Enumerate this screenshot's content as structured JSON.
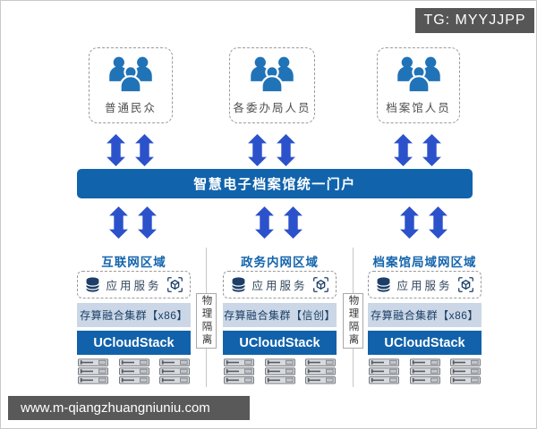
{
  "watermarks": {
    "tg_badge": "TG: MYYJJPP",
    "site": "www.m-qiangzhuangniuniu.com"
  },
  "user_groups": [
    {
      "label": "普通民众",
      "icon": "users-icon"
    },
    {
      "label": "各委办局人员",
      "icon": "users-icon"
    },
    {
      "label": "档案馆人员",
      "icon": "users-icon"
    }
  ],
  "portal": {
    "label": "智慧电子档案馆统一门户"
  },
  "isolation_label": "物理隔离",
  "zones": [
    {
      "title": "互联网区域",
      "app_service": "应用服务",
      "cluster": "存算融合集群【x86】",
      "platform": "UCloudStack",
      "server_stacks": 3
    },
    {
      "title": "政务内网区域",
      "app_service": "应用服务",
      "cluster": "存算融合集群【信创】",
      "platform": "UCloudStack",
      "server_stacks": 3
    },
    {
      "title": "档案馆局域网区域",
      "app_service": "应用服务",
      "cluster": "存算融合集群【x86】",
      "platform": "UCloudStack",
      "server_stacks": 3
    }
  ],
  "colors": {
    "portal_blue": "#1163ac",
    "stack_blue": "#1262ab",
    "arrow_blue": "#2c52cb",
    "person_blue": "#2173b7",
    "cluster_bg": "#cbd7e6",
    "navy_text": "#1d3f66",
    "zone_title_blue": "#1565ad",
    "watermark_gray": "#595959"
  }
}
